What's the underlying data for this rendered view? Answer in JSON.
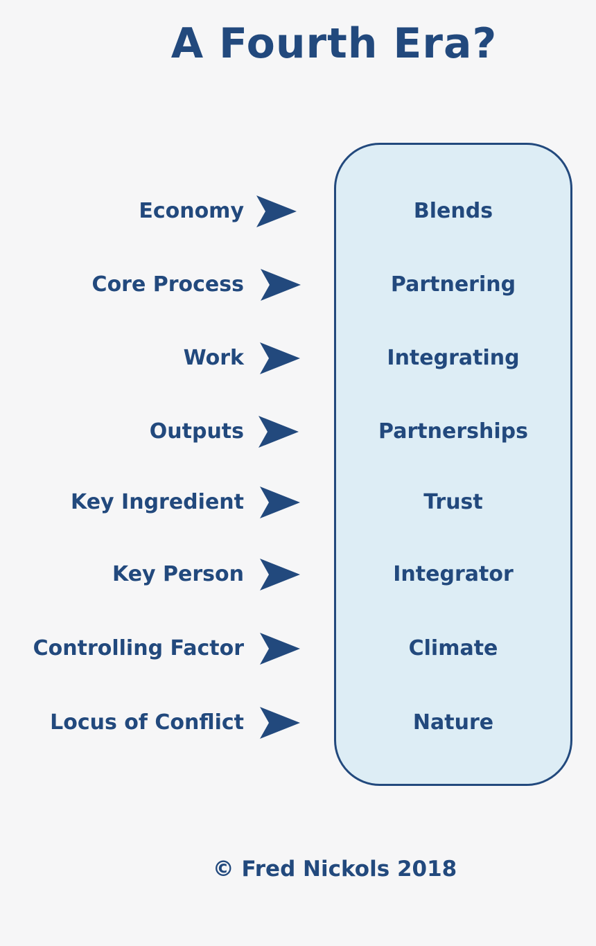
{
  "title": "A Fourth Era?",
  "rows": [
    {
      "label": "Economy",
      "value": "Blends"
    },
    {
      "label": "Core Process",
      "value": "Partnering"
    },
    {
      "label": "Work",
      "value": "Integrating"
    },
    {
      "label": "Outputs",
      "value": "Partnerships"
    },
    {
      "label": "Key Ingredient",
      "value": "Trust"
    },
    {
      "label": "Key Person",
      "value": "Integrator"
    },
    {
      "label": "Controlling Factor",
      "value": "Climate"
    },
    {
      "label": "Locus of Conflict",
      "value": "Nature"
    }
  ],
  "footer": "© Fred Nickols 2018",
  "colors": {
    "text": "#22497d",
    "box_fill": "#ddedf5",
    "background": "#f6f6f7"
  }
}
